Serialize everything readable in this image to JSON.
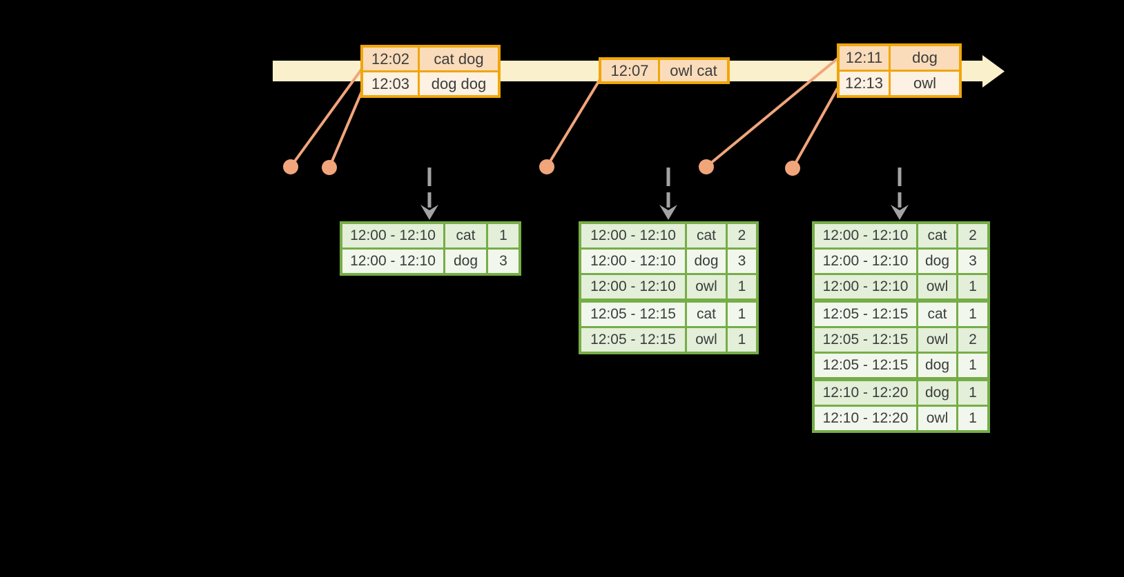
{
  "colors": {
    "background": "#000000",
    "timeline_fill": "#FBF0CC",
    "event_table_border": "#F0A60A",
    "event_row_dark": "#FADCBA",
    "event_row_light": "#FCF1E2",
    "connector_orange": "#F1A57B",
    "trigger_arrow_gray": "#A3A3A3",
    "result_table_border": "#76AD47",
    "result_row_dark": "#E3EFD9",
    "result_row_light": "#F1F7EC",
    "table_text": "#3C3C3C"
  },
  "timeline": {
    "event_tables": [
      {
        "rows": [
          {
            "time": "12:02",
            "words": "cat dog"
          },
          {
            "time": "12:03",
            "words": "dog dog"
          }
        ]
      },
      {
        "rows": [
          {
            "time": "12:07",
            "words": "owl cat"
          }
        ]
      },
      {
        "rows": [
          {
            "time": "12:11",
            "words": "dog"
          },
          {
            "time": "12:13",
            "words": "owl"
          }
        ]
      }
    ]
  },
  "result_tables": [
    {
      "rows": [
        {
          "window": "12:00 - 12:10",
          "word": "cat",
          "count": 1
        },
        {
          "window": "12:00 - 12:10",
          "word": "dog",
          "count": 3
        }
      ]
    },
    {
      "rows": [
        {
          "window": "12:00 - 12:10",
          "word": "cat",
          "count": 2
        },
        {
          "window": "12:00 - 12:10",
          "word": "dog",
          "count": 3
        },
        {
          "window": "12:00 - 12:10",
          "word": "owl",
          "count": 1
        },
        {
          "window": "12:05 - 12:15",
          "word": "cat",
          "count": 1
        },
        {
          "window": "12:05 - 12:15",
          "word": "owl",
          "count": 1
        }
      ]
    },
    {
      "rows": [
        {
          "window": "12:00 - 12:10",
          "word": "cat",
          "count": 2
        },
        {
          "window": "12:00 - 12:10",
          "word": "dog",
          "count": 3
        },
        {
          "window": "12:00 - 12:10",
          "word": "owl",
          "count": 1
        },
        {
          "window": "12:05 - 12:15",
          "word": "cat",
          "count": 1
        },
        {
          "window": "12:05 - 12:15",
          "word": "owl",
          "count": 2
        },
        {
          "window": "12:05 - 12:15",
          "word": "dog",
          "count": 1
        },
        {
          "window": "12:10 - 12:20",
          "word": "dog",
          "count": 1
        },
        {
          "window": "12:10 - 12:20",
          "word": "owl",
          "count": 1
        }
      ]
    }
  ]
}
